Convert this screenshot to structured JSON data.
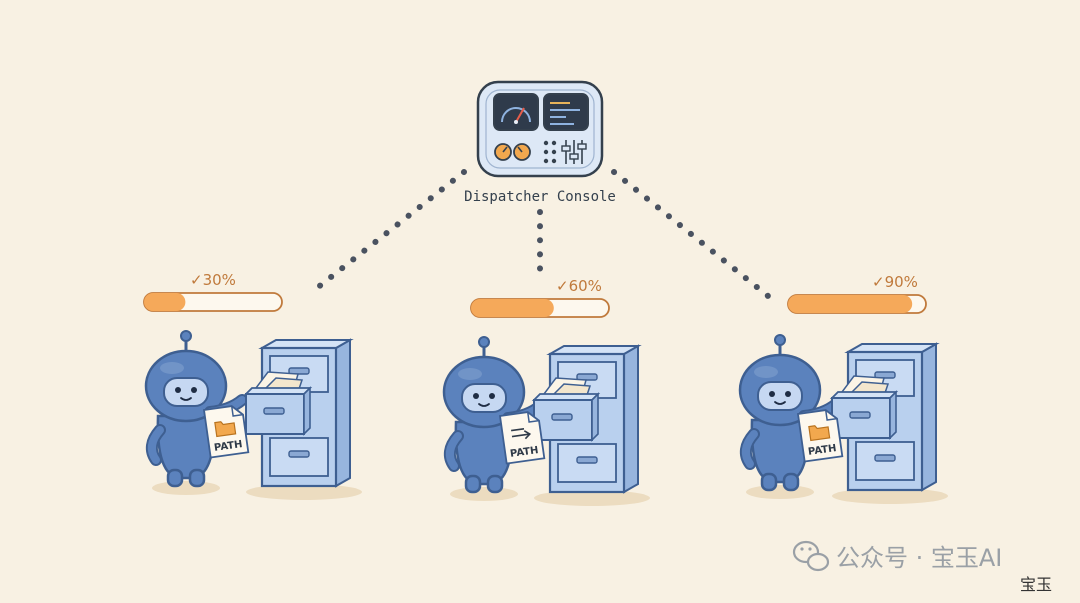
{
  "console": {
    "label": "Dispatcher Console"
  },
  "workers": [
    {
      "progress_label": "✓30%",
      "progress": 0.3,
      "doc_label": "PATH",
      "doc_icon": "folder-icon"
    },
    {
      "progress_label": "✓60%",
      "progress": 0.6,
      "doc_label": "PATH",
      "doc_icon": "arrow-icon"
    },
    {
      "progress_label": "✓90%",
      "progress": 0.9,
      "doc_label": "PATH",
      "doc_icon": "folder-icon"
    }
  ],
  "watermark": {
    "text": "公众号 · 宝玉AI",
    "stamp": "宝玉"
  },
  "colors": {
    "background": "#f8f1e3",
    "robot": "#5b82bd",
    "cabinet": "#b9d0ee",
    "progress_fill": "#f5a95a",
    "dots": "#4a5260",
    "check": "#c07a3c"
  }
}
